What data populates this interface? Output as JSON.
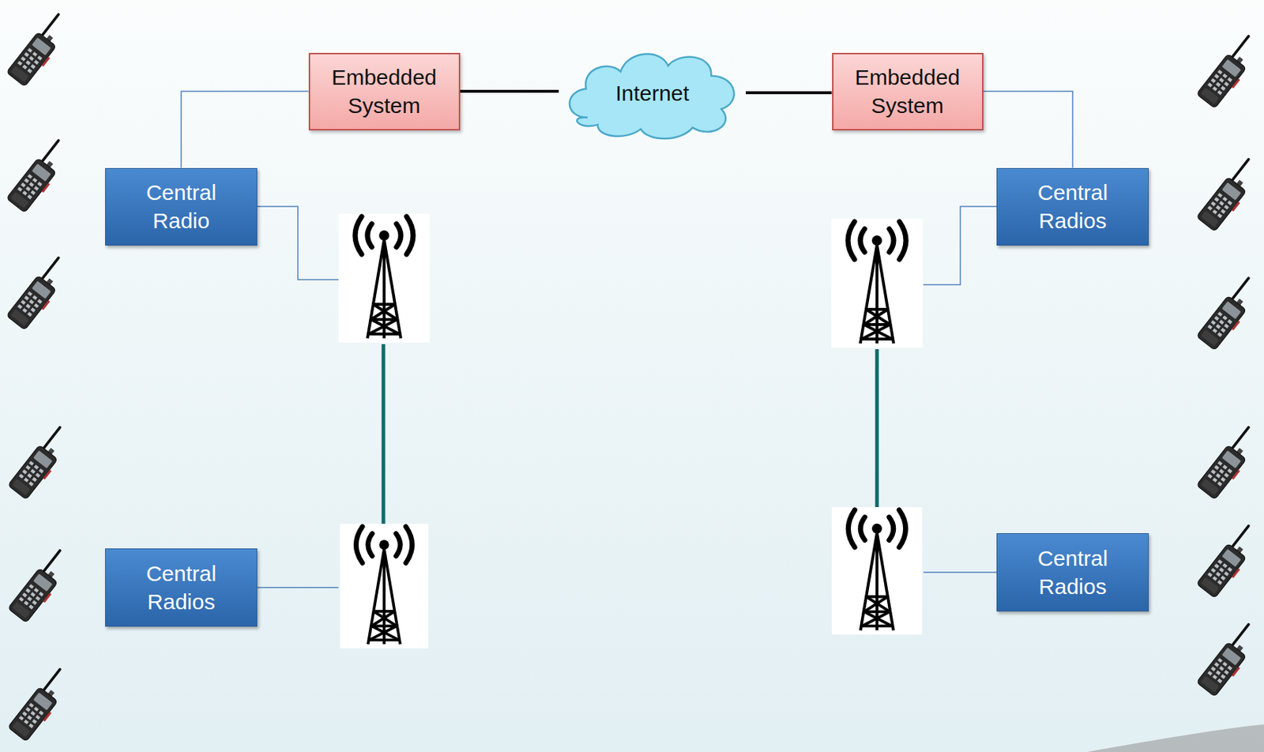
{
  "diagram": {
    "nodes": [
      {
        "text": [
          "Embedded System"
        ]
      },
      {
        "text": [
          "Internet"
        ]
      },
      {
        "text": [
          "Embedded System"
        ]
      },
      {
        "text": [
          "Central Radio"
        ]
      },
      {
        "text": [
          "Central Radios"
        ]
      },
      {
        "text": [
          "Central Radios"
        ]
      },
      {
        "text": [
          "Central Radios"
        ]
      }
    ],
    "edges": [
      {
        "from": 0,
        "to": 1,
        "arrow": "none"
      },
      {
        "from": 1,
        "to": 2,
        "arrow": "none"
      },
      {
        "from": 0,
        "to": 3,
        "arrow": "none"
      },
      {
        "from": 2,
        "to": 4,
        "arrow": "none"
      }
    ]
  }
}
